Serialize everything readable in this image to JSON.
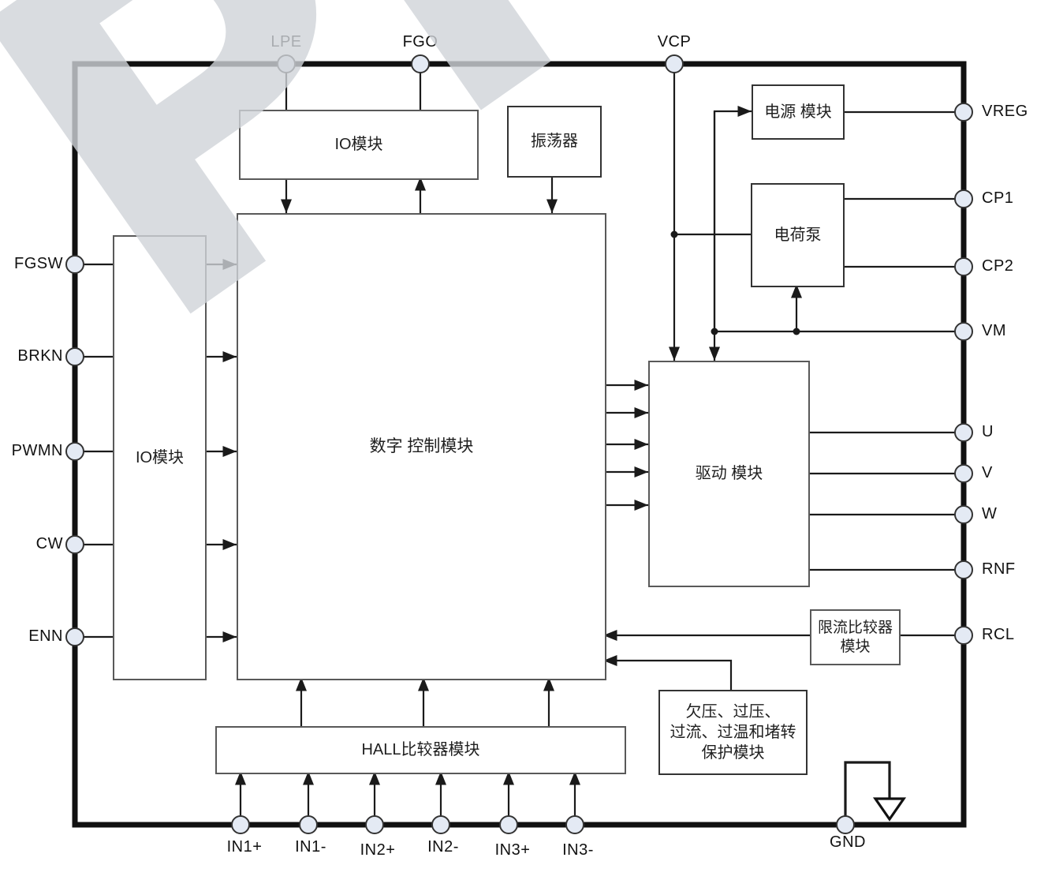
{
  "watermark": "Pre",
  "colors": {
    "wire": "#1a1a1a",
    "chip_border": "#111111",
    "block_border_gray": "#595959",
    "block_border_dark": "#333333",
    "pin_fill": "#e4eaf4",
    "pin_stroke": "#333333",
    "watermark": "#cfd3d8"
  },
  "pins": {
    "top": [
      "LPE",
      "FGO",
      "VCP"
    ],
    "left": [
      "FGSW",
      "BRKN",
      "PWMN",
      "CW",
      "ENN"
    ],
    "right": [
      "VREG",
      "CP1",
      "CP2",
      "VM",
      "U",
      "V",
      "W",
      "RNF",
      "RCL"
    ],
    "bottom": [
      "IN1+",
      "IN1-",
      "IN2+",
      "IN2-",
      "IN3+",
      "IN3-"
    ],
    "ground": "GND"
  },
  "blocks": {
    "io_top": "IO模块",
    "oscillator": "振荡器",
    "power": "电源 模块",
    "charge_pump": "电荷泵",
    "io_left": "IO模块",
    "digital": "数字 控制模块",
    "drive": "驱动 模块",
    "current_limit": [
      "限流比较器",
      "模块"
    ],
    "protection": [
      "欠压、过压、",
      "过流、过温和堵转",
      "保护模块"
    ],
    "hall": "HALL比较器模块"
  }
}
